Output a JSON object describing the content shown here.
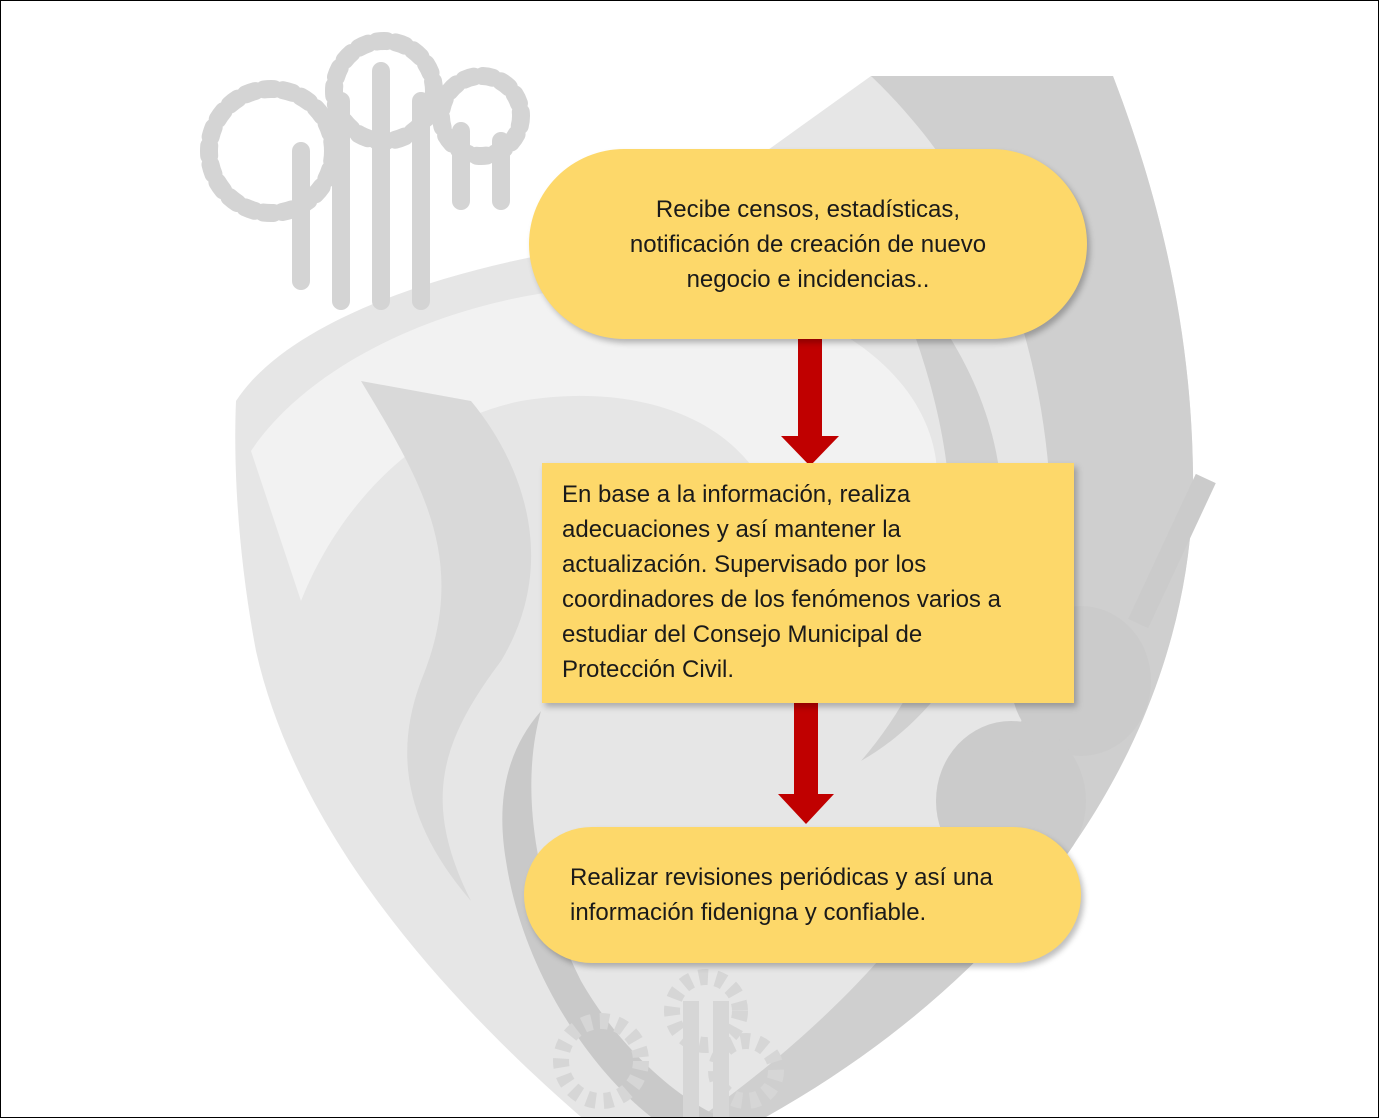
{
  "flowchart": {
    "steps": [
      {
        "id": "step-1",
        "shape": "rounded",
        "text": "Recibe censos, estadísticas,\nnotificación de creación de nuevo\nnegocio e incidencias.."
      },
      {
        "id": "step-2",
        "shape": "rectangle",
        "text": "En base a la información, realiza\nadecuaciones y así mantener la\nactualización. Supervisado por los\ncoordinadores de los fenómenos varios a\nestudiar del Consejo Municipal de\nProtección Civil."
      },
      {
        "id": "step-3",
        "shape": "rounded",
        "text": "Realizar revisiones periódicas y así una\ninformación fidenigna y confiable."
      }
    ],
    "connectors": [
      {
        "from": "step-1",
        "to": "step-2"
      },
      {
        "from": "step-2",
        "to": "step-3"
      }
    ]
  },
  "colors": {
    "box_fill": "#fdd86a",
    "arrow": "#c00000",
    "watermark": "#d6d6d6"
  },
  "background": {
    "watermark_icons": [
      "cactus-icon",
      "violin-icon",
      "shield-emblem-icon"
    ]
  }
}
